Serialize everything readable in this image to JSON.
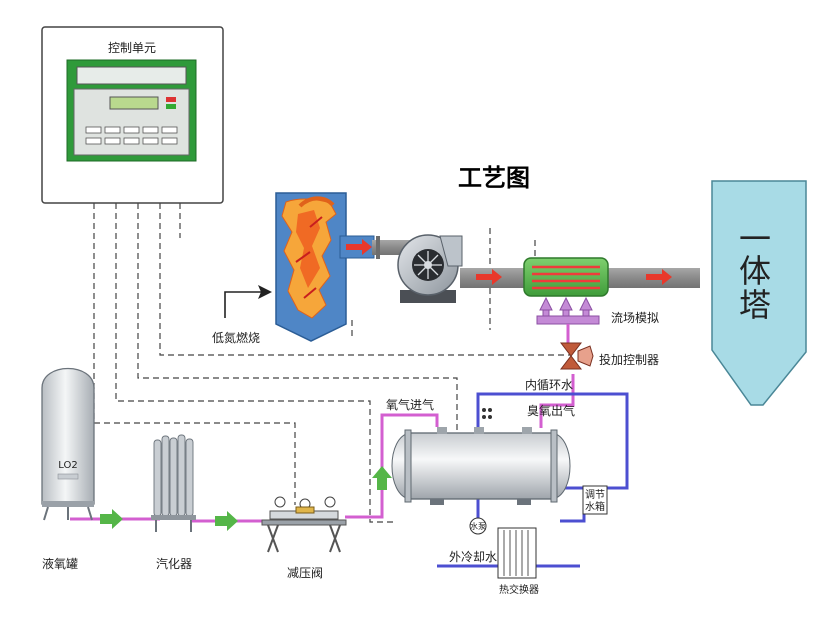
{
  "title": "工艺图",
  "labels": {
    "control_unit": "控制单元",
    "low_nox_combustion": "低氮燃烧",
    "flow_field_simulation": "流场模拟",
    "dosing_controller": "投加控制器",
    "inner_circulation_water": "内循环水",
    "oxygen_inlet": "氧气进气",
    "ozone_outlet": "臭氧出气",
    "regulating_tank_top": "调节",
    "regulating_tank_bottom": "水箱",
    "water_pump": "水泵",
    "external_cooling_water": "外冷却水",
    "heat_exchanger": "热交换器",
    "liquid_oxygen_tank": "液氧罐",
    "vaporizer": "汽化器",
    "pressure_reducing_valve": "减压阀",
    "tank_marking": "LO2",
    "tower_line1": "一",
    "tower_line2": "体",
    "tower_line3": "塔"
  },
  "colors": {
    "control_green": "#2f9a3a",
    "boiler_blue": "#4f86c6",
    "flame_orange": "#f07a1e",
    "flue_gray": "#8c8c8c",
    "arrow_red": "#e8382b",
    "arrow_green": "#55b648",
    "tower_cyan": "#a8dbe6",
    "oxygen_pipe": "#d35fd0",
    "water_pipe": "#4c4fd1",
    "manifold_purple": "#c48ad6"
  }
}
